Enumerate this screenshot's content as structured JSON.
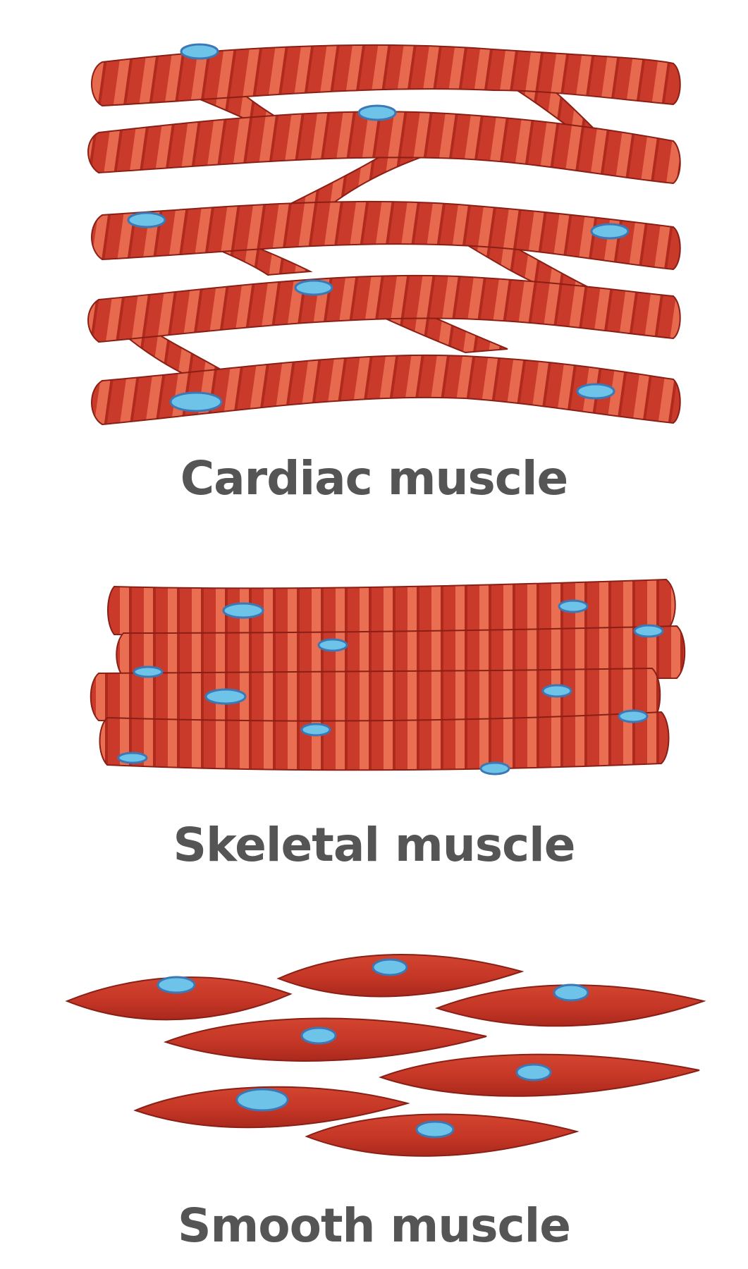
{
  "colors": {
    "fiber_base": "#c93a2a",
    "fiber_stripe_light": "#e76a4f",
    "fiber_stripe_dark": "#b02a1d",
    "fiber_outline": "#8a1f15",
    "nucleus_fill": "#6ec3e8",
    "nucleus_outline": "#3b78b5",
    "caption_text": "#555555",
    "background": "#ffffff"
  },
  "sections": [
    {
      "id": "cardiac",
      "label": "Cardiac muscle",
      "fiber_count": 5,
      "striated": true,
      "branched": true
    },
    {
      "id": "skeletal",
      "label": "Skeletal muscle",
      "fiber_count": 4,
      "striated": true,
      "branched": false
    },
    {
      "id": "smooth",
      "label": "Smooth muscle",
      "cell_count": 7,
      "striated": false,
      "branched": false
    }
  ]
}
